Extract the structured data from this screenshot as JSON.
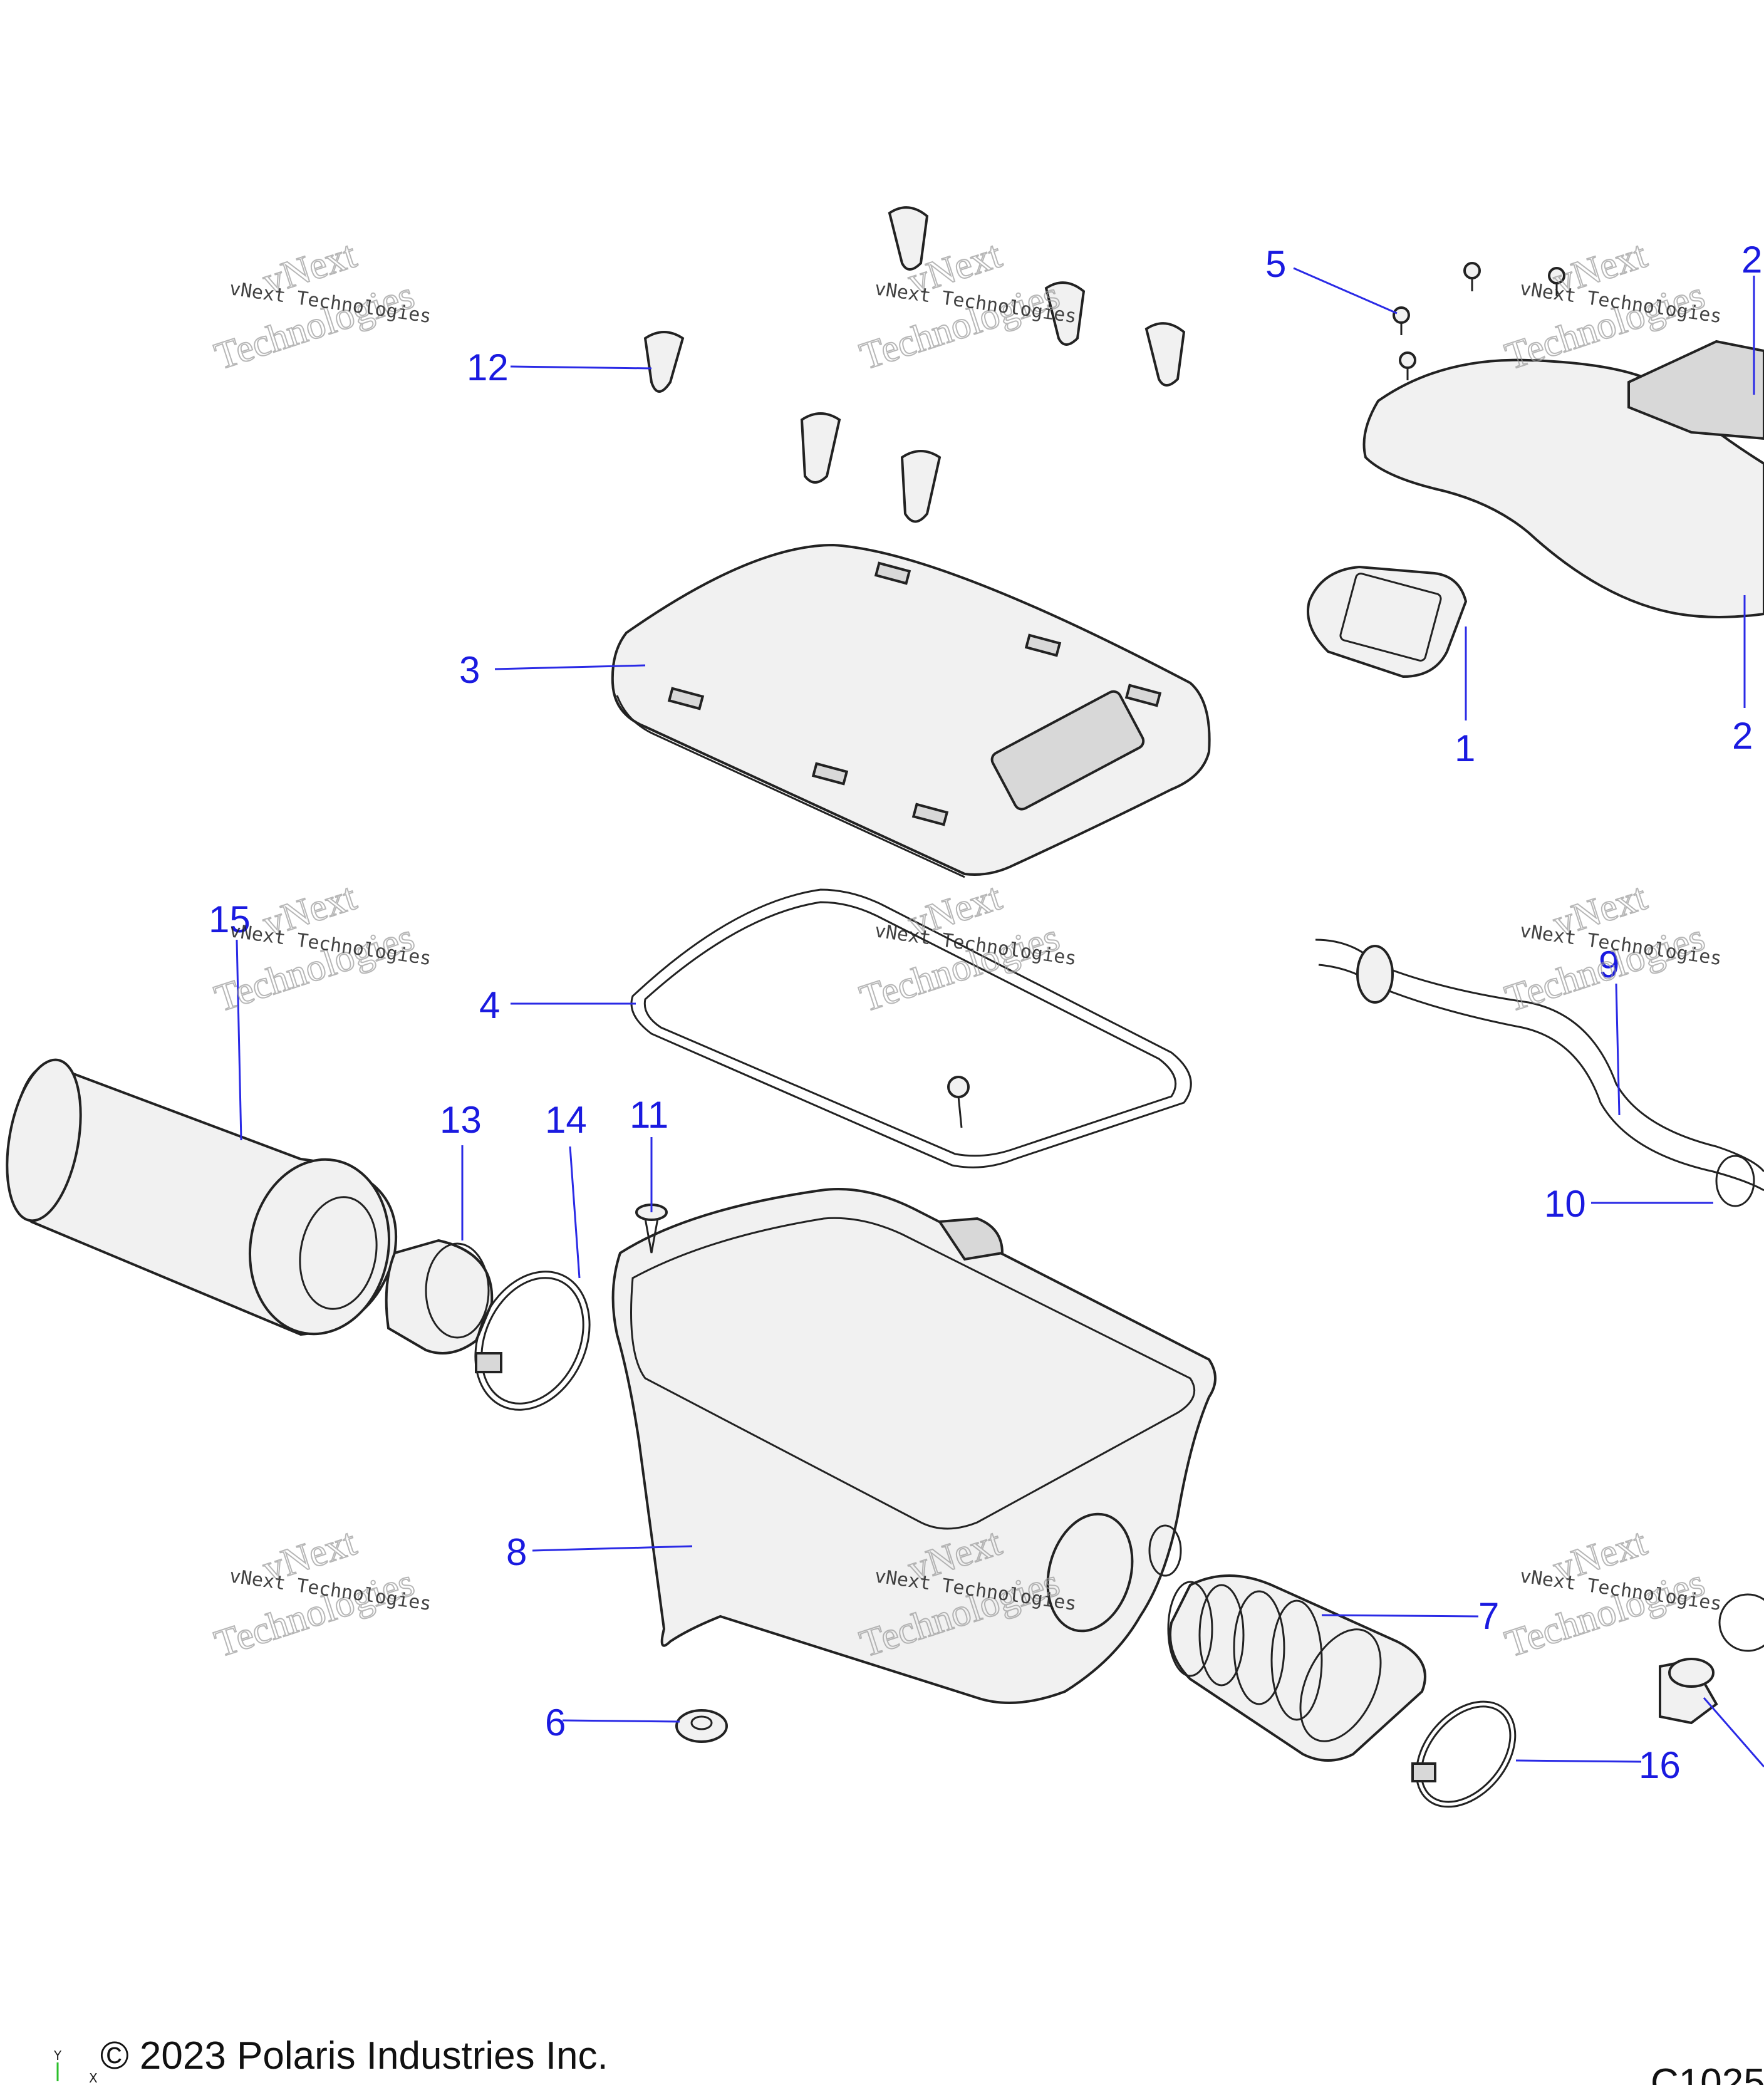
{
  "callouts": [
    {
      "id": "1",
      "label": "1"
    },
    {
      "id": "2a",
      "label": "2"
    },
    {
      "id": "2b",
      "label": "2"
    },
    {
      "id": "3",
      "label": "3"
    },
    {
      "id": "4",
      "label": "4"
    },
    {
      "id": "5",
      "label": "5"
    },
    {
      "id": "6",
      "label": "6"
    },
    {
      "id": "7",
      "label": "7"
    },
    {
      "id": "8",
      "label": "8"
    },
    {
      "id": "9",
      "label": "9"
    },
    {
      "id": "10",
      "label": "10"
    },
    {
      "id": "11",
      "label": "11"
    },
    {
      "id": "12",
      "label": "12"
    },
    {
      "id": "13",
      "label": "13"
    },
    {
      "id": "14",
      "label": "14"
    },
    {
      "id": "15",
      "label": "15"
    },
    {
      "id": "16",
      "label": "16"
    }
  ],
  "watermark": {
    "line1": "vNext Technologies",
    "line2a": "vNext",
    "line2b": "Technologies"
  },
  "footer": {
    "copyright": "© 2023 Polaris Industries Inc.",
    "drawing_code": "C1025"
  },
  "axis": {
    "y": "Y",
    "x": "X"
  },
  "colors": {
    "callout": "#1a1ae0",
    "line": "#222222",
    "part_fill": "#f1f1f1"
  }
}
